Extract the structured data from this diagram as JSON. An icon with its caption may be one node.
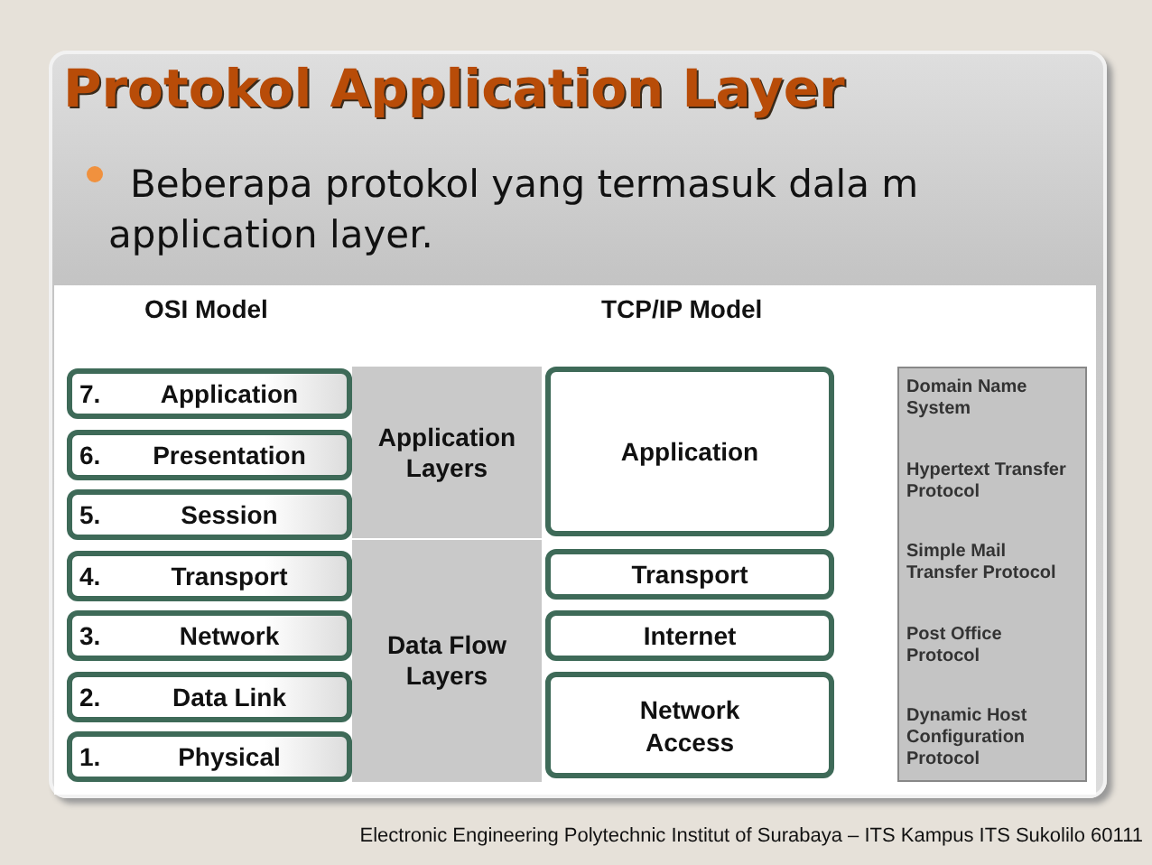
{
  "diagram": {
    "title": "Protokol Application Layer",
    "nodes": [
      {
        "text": [
          "7.",
          "Application"
        ]
      },
      {
        "text": [
          "6.",
          "Presentation"
        ]
      },
      {
        "text": [
          "5.",
          "Session"
        ]
      },
      {
        "text": [
          "4.",
          "Transport"
        ]
      },
      {
        "text": [
          "3.",
          "Network"
        ]
      },
      {
        "text": [
          "2.",
          "Data Link"
        ]
      },
      {
        "text": [
          "1.",
          "Physical"
        ]
      },
      {
        "text": [
          "Application Layers"
        ]
      },
      {
        "text": [
          "Data Flow Layers"
        ]
      },
      {
        "text": [
          "Application"
        ]
      },
      {
        "text": [
          "Transport"
        ]
      },
      {
        "text": [
          "Internet"
        ]
      },
      {
        "text": [
          "Network Access"
        ]
      },
      {
        "text": [
          "Domain Name System",
          "Hypertext Transfer Protocol",
          "Simple Mail Transfer Protocol",
          "Post Office Protocol",
          "Dynamic Host Configuration Protocol"
        ]
      }
    ],
    "edges": [],
    "labels": [
      "Beberapa protokol yang termasuk dala m application layer.",
      "OSI Model",
      "TCP/IP Model",
      "Electronic Engineering Polytechnic Institut of Surabaya – ITS Kampus ITS Sukolilo 60111"
    ]
  }
}
